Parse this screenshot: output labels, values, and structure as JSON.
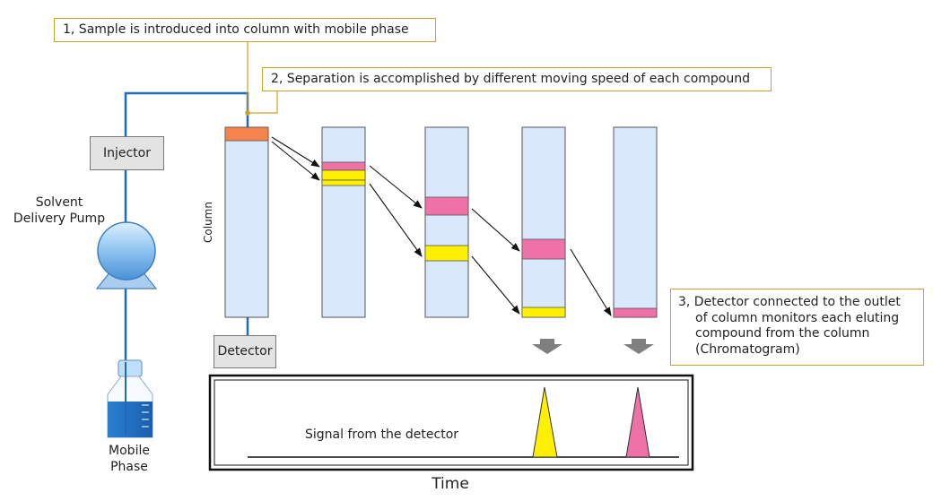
{
  "steps": {
    "step1": "1,  Sample is introduced into column with mobile phase",
    "step2": "2,  Separation is accomplished by different moving speed of each compound",
    "step3_line1": "3,  Detector connected to the outlet",
    "step3_line2": "of column monitors each eluting",
    "step3_line3": "compound from the column",
    "step3_line4": "(Chromatogram)"
  },
  "components": {
    "injector": "Injector",
    "pump_line1": "Solvent",
    "pump_line2": "Delivery Pump",
    "mobile_line1": "Mobile",
    "mobile_line2": "Phase",
    "column": "Column",
    "detector": "Detector"
  },
  "chromatogram": {
    "signal_label": "Signal from the detector",
    "time_label": "Time"
  },
  "colors": {
    "tube": "#1f6bb5",
    "column_fill": "#d9e9fb",
    "sample": "#f5844c",
    "pink": "#ee72a8",
    "yellow": "#ffef00",
    "callout": "#c9a227",
    "arrow_gray": "#7f7f7f"
  }
}
